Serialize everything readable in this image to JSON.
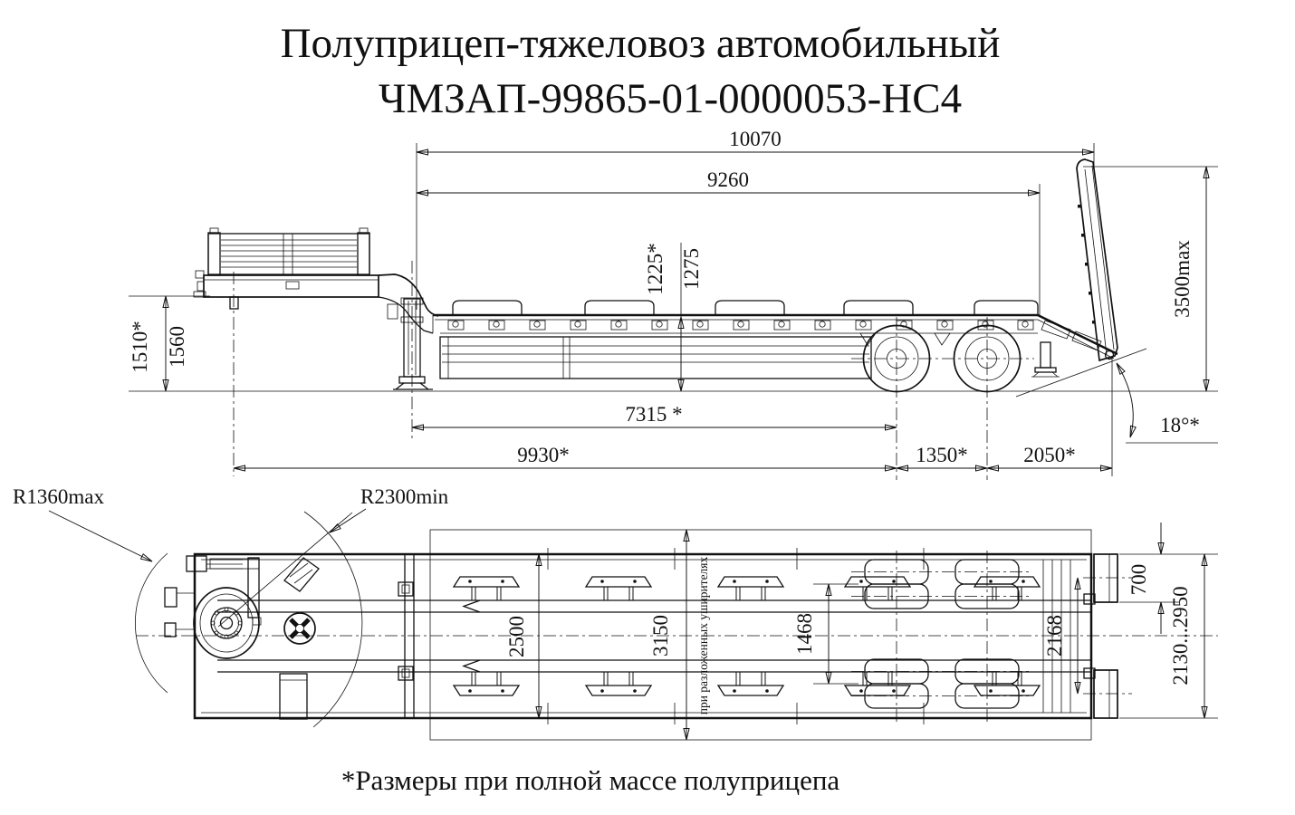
{
  "page": {
    "background": "#ffffff",
    "line_color": "#111111"
  },
  "title": {
    "line1": "Полуприцеп-тяжеловоз автомобильный",
    "line2": "ЧМЗАП-99865-01-0000053-НС4"
  },
  "side_view": {
    "dims": {
      "overall_length": "10070",
      "platform_length": "9260",
      "deck_height_laden": "1225*",
      "deck_height": "1275",
      "ramp_height_max": "3500max",
      "coupling_height_laden": "1510*",
      "coupling_height": "1560",
      "support_to_axle": "7315 *",
      "kingpin_to_axle": "9930*",
      "axle_base": "1350*",
      "axle_to_rear": "2050*",
      "ramp_angle": "18°*"
    }
  },
  "top_view": {
    "dims": {
      "front_swing_radius": "R1360max",
      "turning_radius": "R2300min",
      "deck_width": "2500",
      "width_with_extensions": "3150",
      "wheel_track": "1468",
      "ramp_track": "2168",
      "ramp_width": "700",
      "ramp_spacing_range": "2130...2950"
    },
    "extensions_note": "при разложенных уширителях"
  },
  "footnote": "*Размеры при полной массе полуприцепа"
}
